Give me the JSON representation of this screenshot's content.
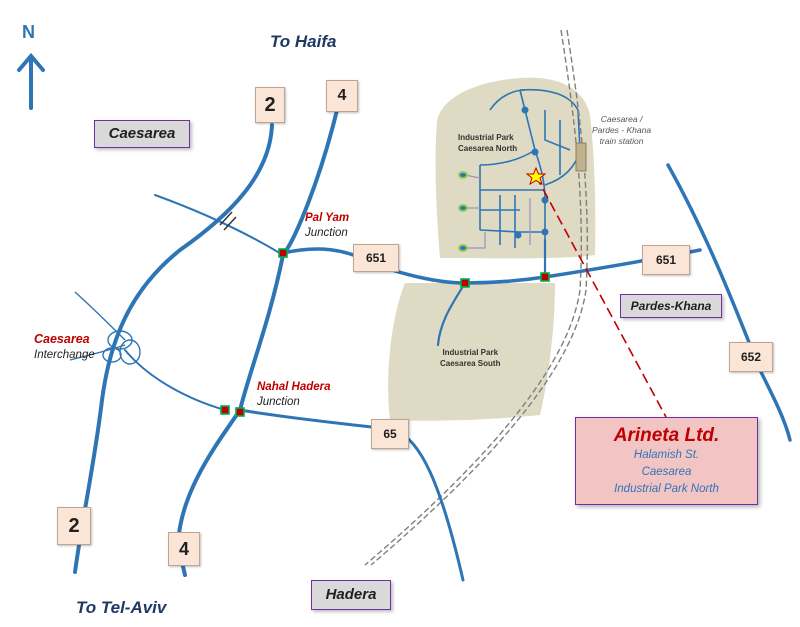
{
  "compass": {
    "letter": "N",
    "icon": "north-arrow-icon"
  },
  "directions": {
    "north": "To Haifa",
    "south": "To Tel-Aviv"
  },
  "places": {
    "caesarea": "Caesarea",
    "pardes_khana": "Pardes-Khana",
    "hadera": "Hadera"
  },
  "roads": {
    "r2_top": "2",
    "r2_bottom": "2",
    "r4_top": "4",
    "r4_bottom": "4",
    "r651_west": "651",
    "r651_east": "651",
    "r652": "652",
    "r65": "65"
  },
  "junctions": {
    "pal_yam": {
      "name": "Pal Yam",
      "type": "Junction"
    },
    "caesarea_interchange": {
      "name": "Caesarea",
      "type": "Interchange"
    },
    "nahal_hadera": {
      "name": "Nahal Hadera",
      "type": "Junction"
    }
  },
  "industrial_parks": {
    "north": [
      "Industrial Park",
      "Caesarea North"
    ],
    "south": [
      "Industrial Park",
      "Caesarea South"
    ]
  },
  "station": [
    "Caesarea /",
    "Pardes - Khana",
    "train station"
  ],
  "company": {
    "name": "Arineta Ltd.",
    "address": [
      "Halamish St.",
      "Caesarea",
      "Industrial Park North"
    ]
  },
  "colors": {
    "road": "#2e75b6",
    "park_area": "#d9d4b8",
    "junction_marker": "#c00000",
    "junction_frame": "#00b050",
    "railway": "#7f7f7f",
    "pointer_line": "#c00000"
  }
}
